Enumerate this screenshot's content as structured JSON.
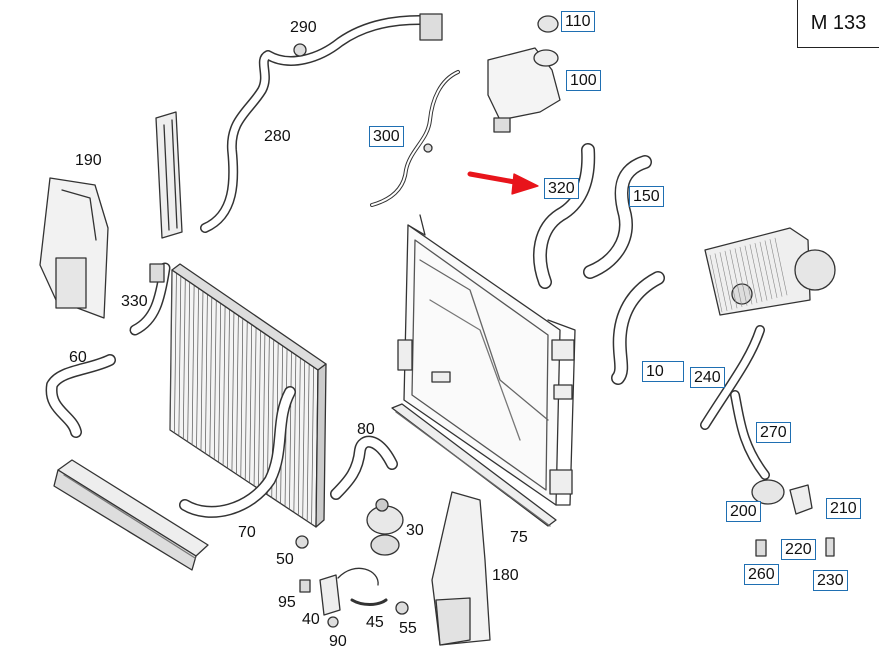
{
  "model": "M 133",
  "highlight_color": "#e8141b",
  "box_color": "#1f6fb2",
  "parts": {
    "p10": "10",
    "p30": "30",
    "p40": "40",
    "p45": "45",
    "p50": "50",
    "p55": "55",
    "p60": "60",
    "p70": "70",
    "p75": "75",
    "p80": "80",
    "p90": "90",
    "p95": "95",
    "p100": "100",
    "p110": "110",
    "p150": "150",
    "p180": "180",
    "p190": "190",
    "p200": "200",
    "p210": "210",
    "p220": "220",
    "p230": "230",
    "p240": "240",
    "p260": "260",
    "p270": "270",
    "p280": "280",
    "p290": "290",
    "p300": "300",
    "p320": "320",
    "p330": "330"
  }
}
